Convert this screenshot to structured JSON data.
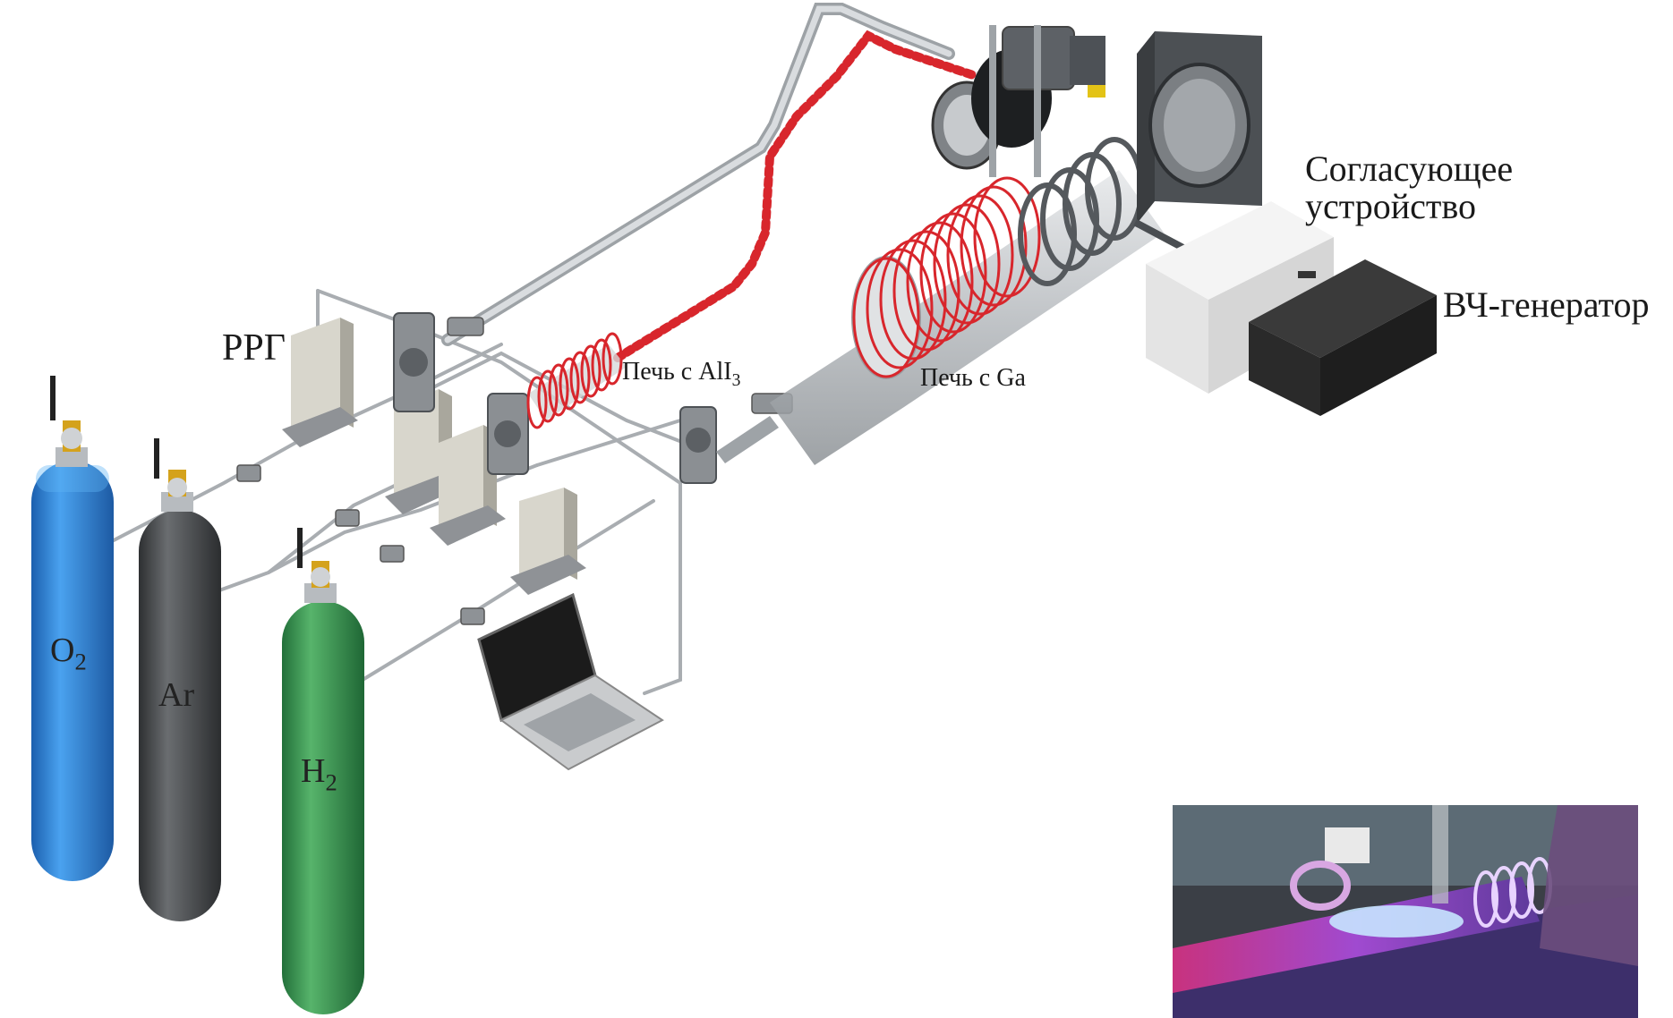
{
  "labels": {
    "rrg": "РРГ",
    "matching_device_line1": "Согласующее",
    "matching_device_line2": "устройство",
    "rf_generator": "ВЧ-генератор",
    "furnace_ali3_prefix": "Печь с AlI",
    "furnace_ali3_sub": "3",
    "furnace_ga": "Печь с Ga"
  },
  "cylinders": [
    {
      "gas": "O",
      "sub": "2",
      "color": "#2f7fd3"
    },
    {
      "gas": "Ar",
      "sub": "",
      "color": "#4a4c4e"
    },
    {
      "gas": "H",
      "sub": "2",
      "color": "#3c9a52"
    }
  ],
  "colors": {
    "pipe": "#b9bcc0",
    "heater_coil": "#d8262c",
    "plasma": "#b04fe0",
    "generator": "#2b2b2b",
    "matching_box": "#ececec"
  }
}
